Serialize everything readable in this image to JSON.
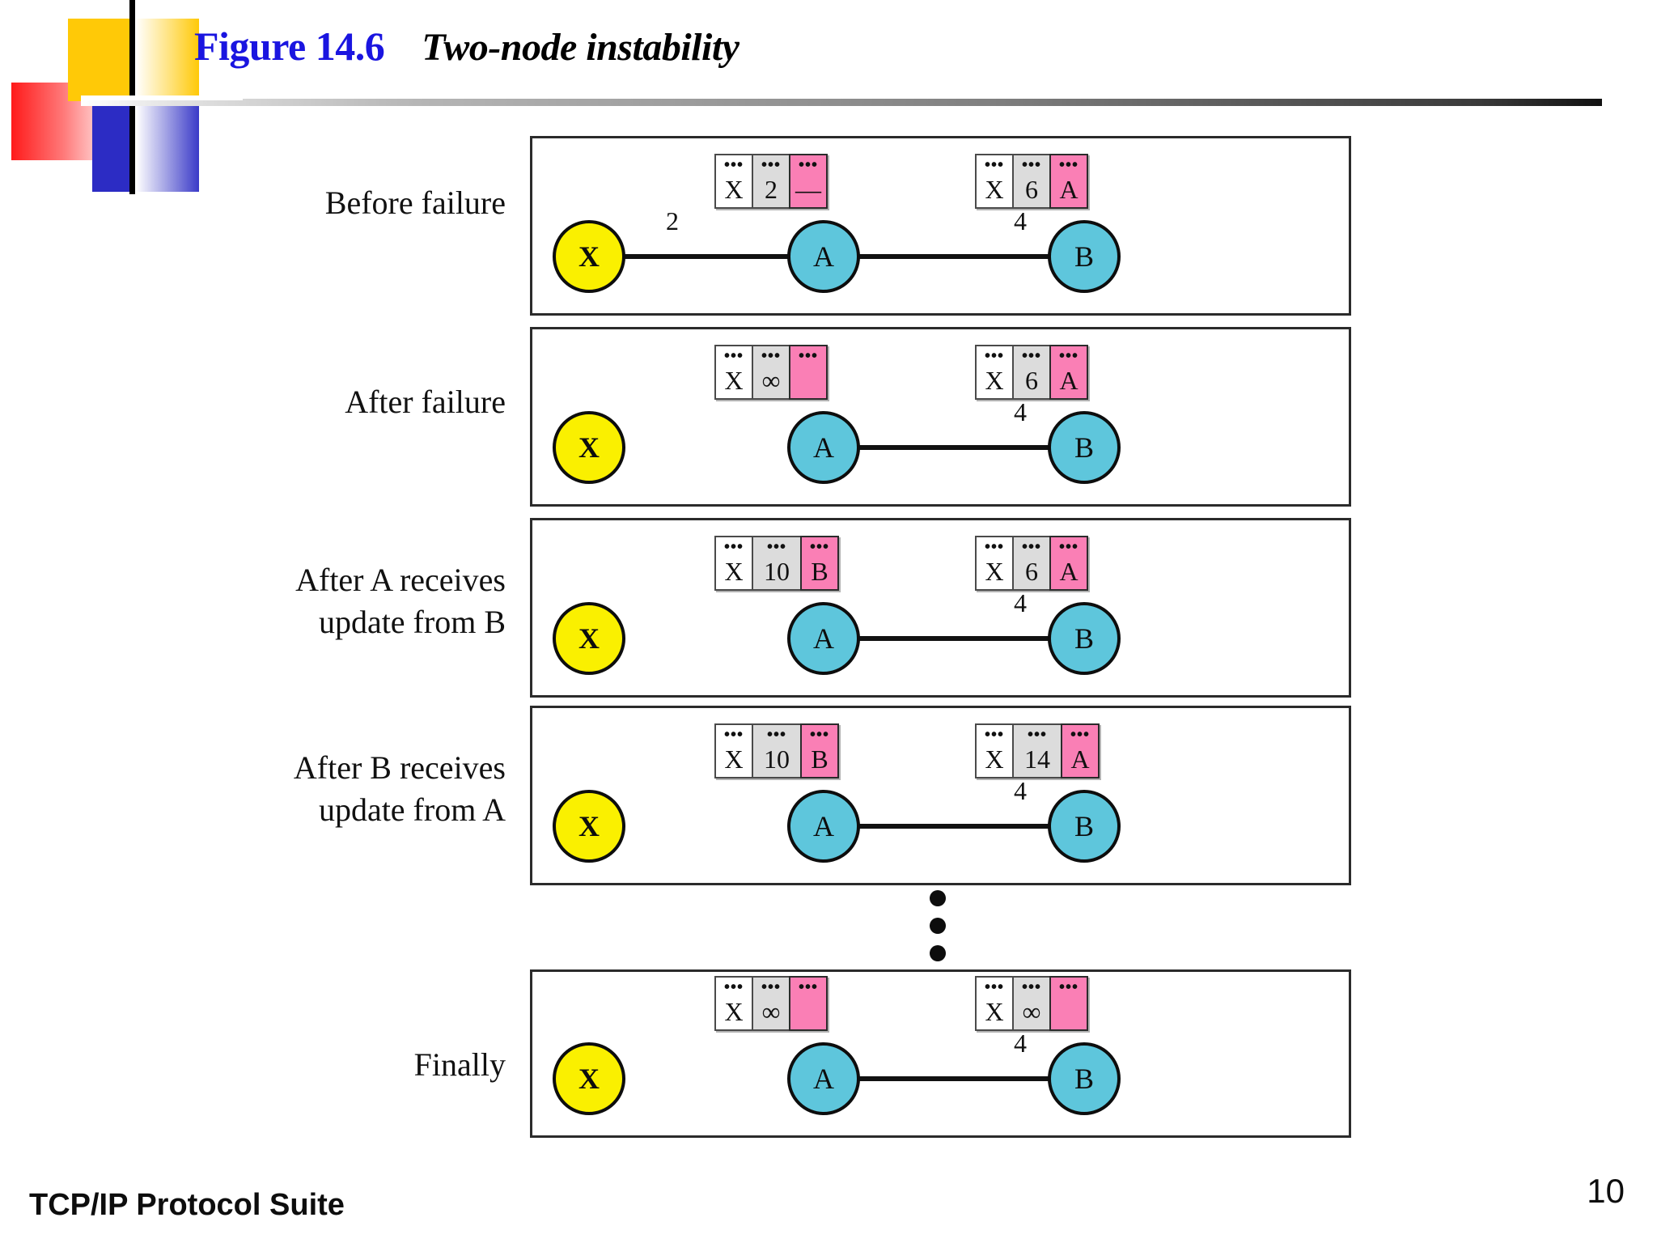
{
  "title": {
    "figure_label": "Figure 14.6",
    "figure_name": "Two-node instability",
    "figure_color": "#1A15E0"
  },
  "footer": {
    "brand": "TCP/IP Protocol Suite",
    "page_number": "10"
  },
  "colors": {
    "node_x": "#FAF000",
    "node_ab": "#5EC6DC",
    "cell_white": "#FFFFFF",
    "cell_gray": "#DCDCDC",
    "cell_pink": "#FA7FB5",
    "box_border": "#2B2B2B",
    "link": "#111111"
  },
  "icons": {
    "dots": "•••",
    "vertical_ellipsis": "vertical-ellipsis-icon"
  },
  "nodes": {
    "x": "X",
    "a": "A",
    "b": "B"
  },
  "stages": [
    {
      "id": "before-failure",
      "label": "Before failure",
      "link_xa": {
        "visible": true,
        "cost": "2"
      },
      "link_ab": {
        "visible": true,
        "cost": "4"
      },
      "table_a": {
        "dest": "X",
        "cost": "2",
        "next": "—"
      },
      "table_b": {
        "dest": "X",
        "cost": "6",
        "next": "A"
      }
    },
    {
      "id": "after-failure",
      "label": "After failure",
      "link_xa": {
        "visible": false,
        "cost": ""
      },
      "link_ab": {
        "visible": true,
        "cost": "4"
      },
      "table_a": {
        "dest": "X",
        "cost": "∞",
        "next": ""
      },
      "table_b": {
        "dest": "X",
        "cost": "6",
        "next": "A"
      }
    },
    {
      "id": "after-a-receives-update-from-b",
      "label": "After A receives\nupdate from B",
      "link_xa": {
        "visible": false,
        "cost": ""
      },
      "link_ab": {
        "visible": true,
        "cost": "4"
      },
      "table_a": {
        "dest": "X",
        "cost": "10",
        "next": "B"
      },
      "table_b": {
        "dest": "X",
        "cost": "6",
        "next": "A"
      }
    },
    {
      "id": "after-b-receives-update-from-a",
      "label": "After B receives\nupdate from A",
      "link_xa": {
        "visible": false,
        "cost": ""
      },
      "link_ab": {
        "visible": true,
        "cost": "4"
      },
      "table_a": {
        "dest": "X",
        "cost": "10",
        "next": "B"
      },
      "table_b": {
        "dest": "X",
        "cost": "14",
        "next": "A"
      }
    },
    {
      "id": "finally",
      "label": "Finally",
      "link_xa": {
        "visible": false,
        "cost": ""
      },
      "link_ab": {
        "visible": true,
        "cost": "4"
      },
      "table_a": {
        "dest": "X",
        "cost": "∞",
        "next": ""
      },
      "table_b": {
        "dest": "X",
        "cost": "∞",
        "next": ""
      }
    }
  ]
}
